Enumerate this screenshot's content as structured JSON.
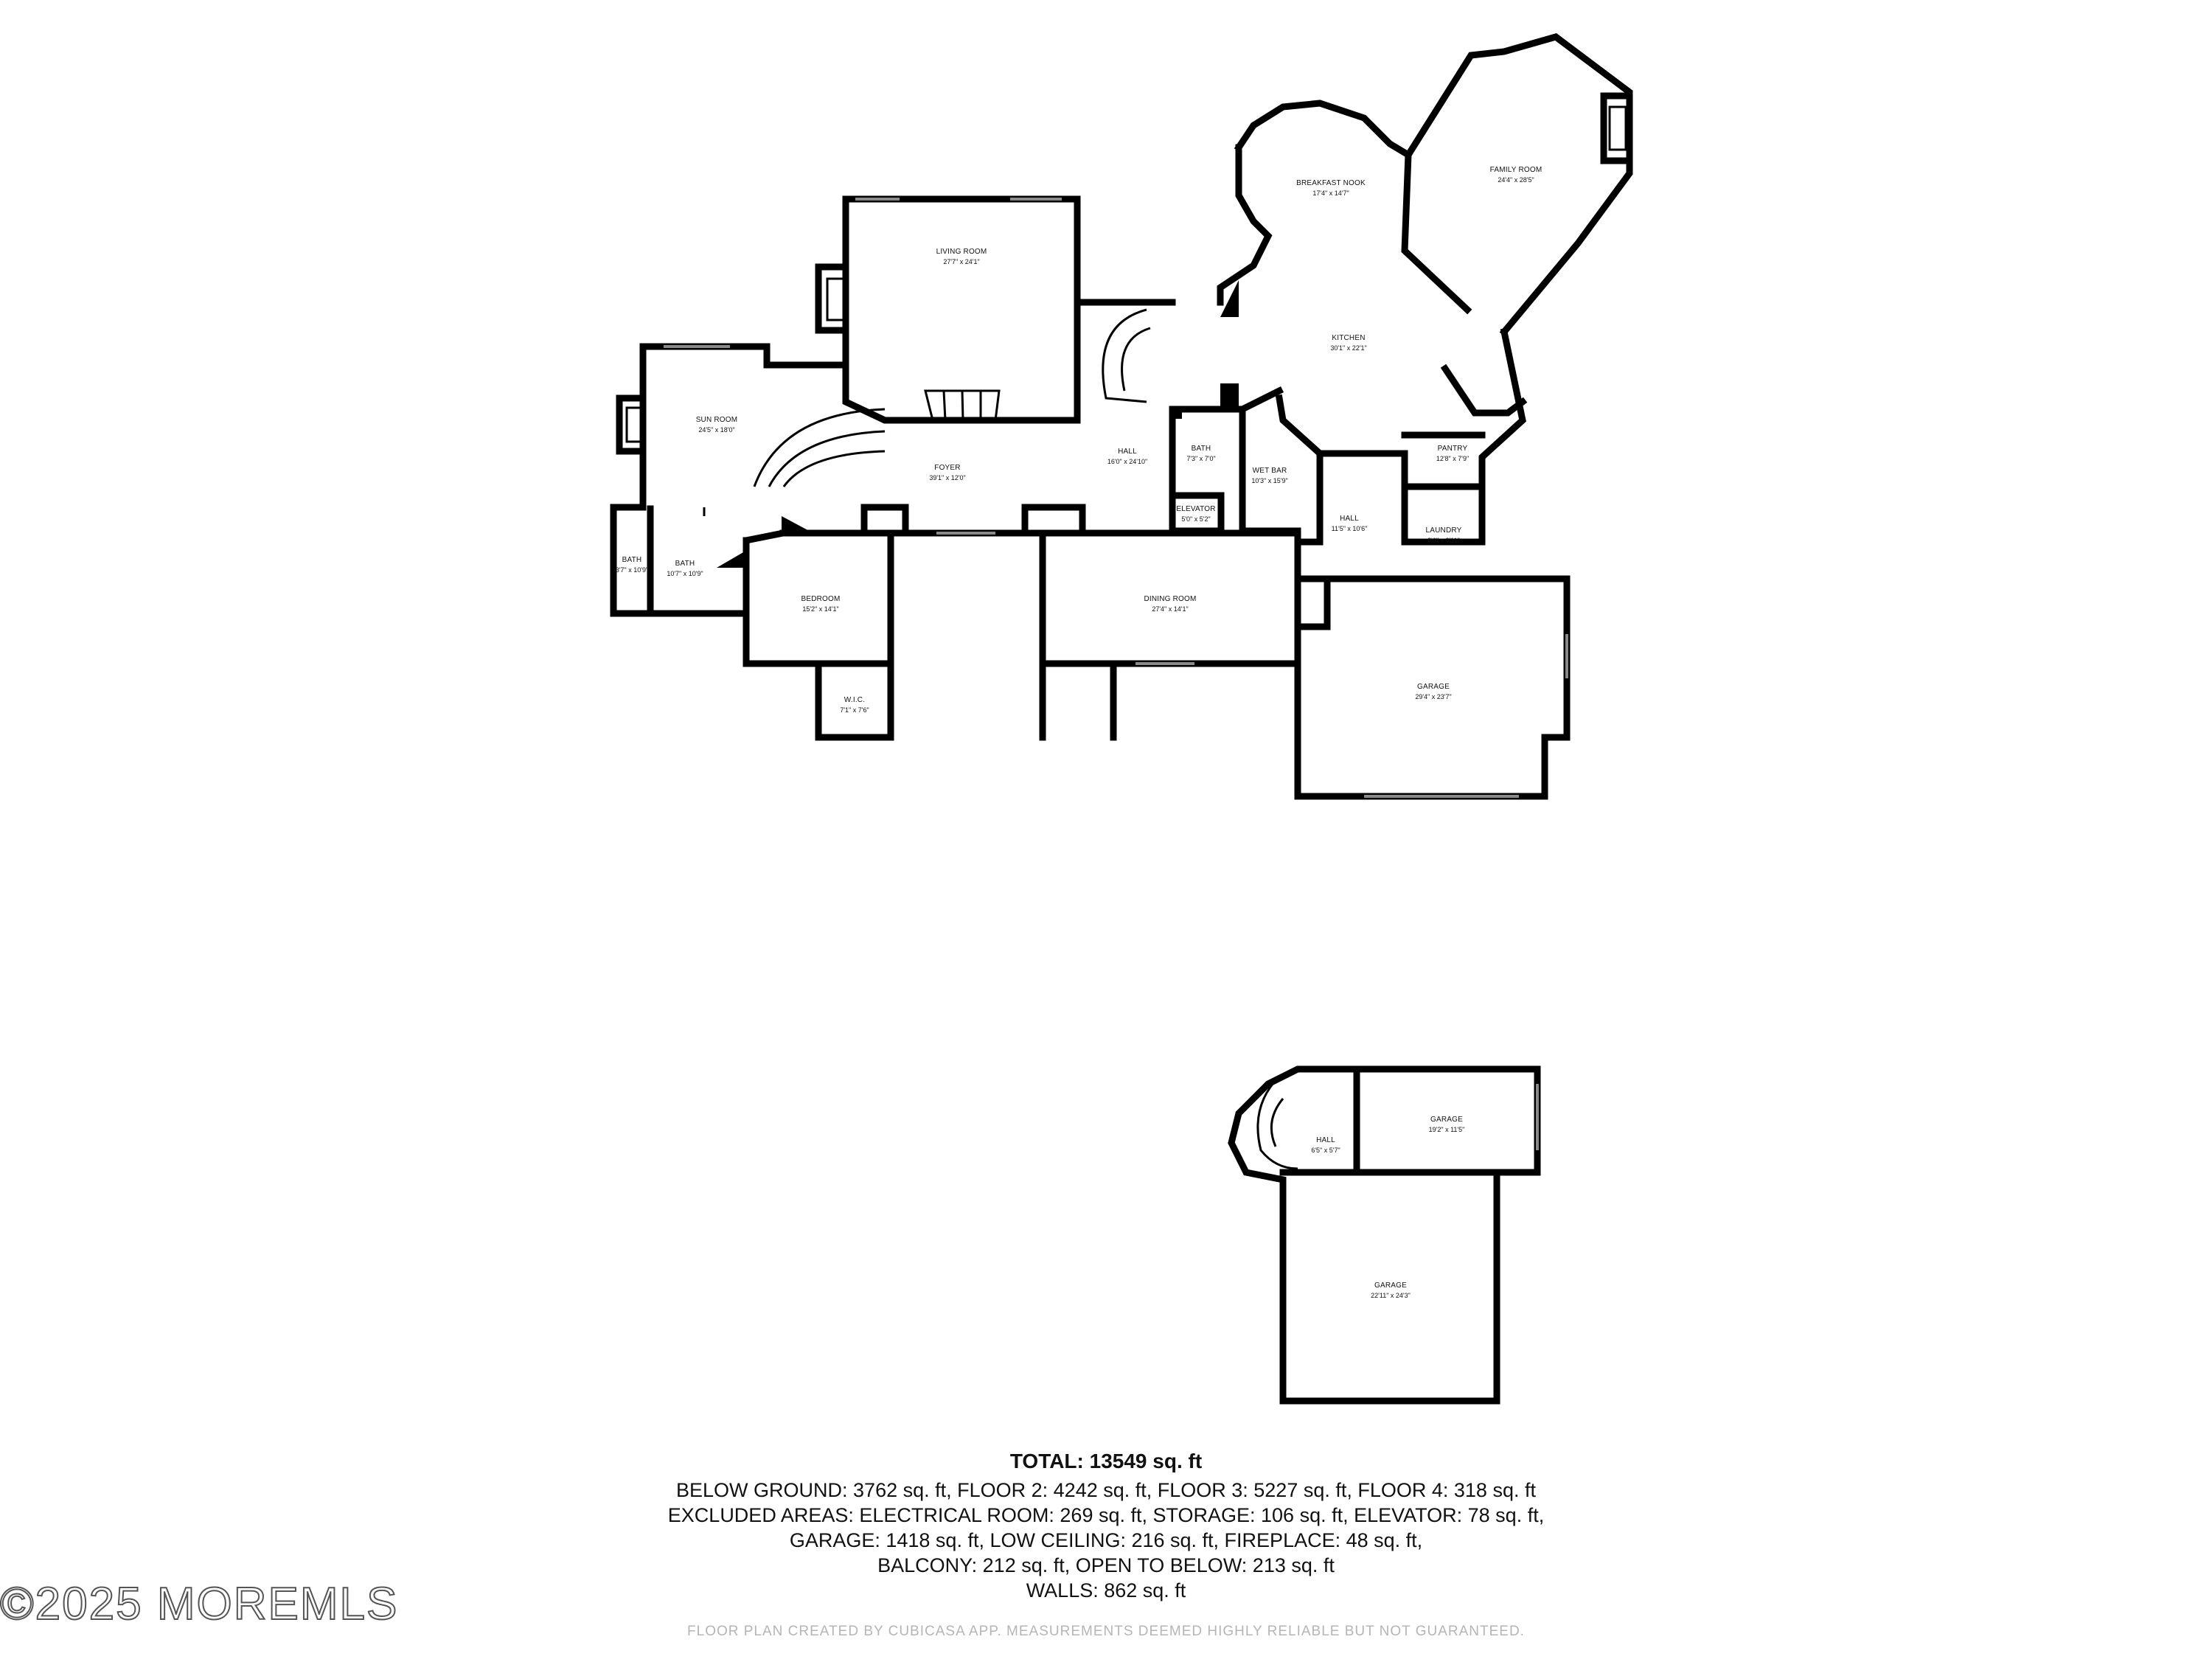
{
  "rooms": {
    "living_room": {
      "name": "LIVING ROOM",
      "dim": "27'7\" x 24'1\""
    },
    "breakfast_nook": {
      "name": "BREAKFAST NOOK",
      "dim": "17'4\" x 14'7\""
    },
    "family_room": {
      "name": "FAMILY ROOM",
      "dim": "24'4\" x 28'5\""
    },
    "kitchen": {
      "name": "KITCHEN",
      "dim": "30'1\" x 22'1\""
    },
    "sun_room": {
      "name": "SUN ROOM",
      "dim": "24'5\" x 18'0\""
    },
    "foyer": {
      "name": "FOYER",
      "dim": "39'1\" x 12'0\""
    },
    "hall_main": {
      "name": "HALL",
      "dim": "16'0\" x 24'10\""
    },
    "bath_small": {
      "name": "BATH",
      "dim": "7'3\" x 7'0\""
    },
    "wet_bar": {
      "name": "WET BAR",
      "dim": "10'3\" x 15'9\""
    },
    "elevator": {
      "name": "ELEVATOR",
      "dim": "5'0\" x 5'2\""
    },
    "pantry": {
      "name": "PANTRY",
      "dim": "12'8\" x 7'9\""
    },
    "hall_rear": {
      "name": "HALL",
      "dim": "11'5\" x 10'6\""
    },
    "laundry": {
      "name": "LAUNDRY",
      "dim": "8'6\" x 9'11\""
    },
    "bath_a": {
      "name": "BATH",
      "dim": "3'7\" x 10'9\""
    },
    "bath_b": {
      "name": "BATH",
      "dim": "10'7\" x 10'9\""
    },
    "bedroom": {
      "name": "BEDROOM",
      "dim": "15'2\" x 14'1\""
    },
    "wic": {
      "name": "W.I.C.",
      "dim": "7'1\" x 7'6\""
    },
    "dining_room": {
      "name": "DINING ROOM",
      "dim": "27'4\" x 14'1\""
    },
    "garage_main": {
      "name": "GARAGE",
      "dim": "29'4\" x 23'7\""
    },
    "garage_upper": {
      "name": "GARAGE",
      "dim": "19'2\" x 11'5\""
    },
    "hall_lower": {
      "name": "HALL",
      "dim": "6'5\" x 5'7\""
    },
    "garage_lower": {
      "name": "GARAGE",
      "dim": "22'11\" x 24'3\""
    }
  },
  "summary": {
    "total": "TOTAL: 13549 sq. ft",
    "lines": [
      "BELOW GROUND: 3762 sq. ft, FLOOR 2: 4242 sq. ft, FLOOR 3: 5227 sq. ft, FLOOR 4: 318 sq. ft",
      "EXCLUDED AREAS: ELECTRICAL ROOM: 269 sq. ft, STORAGE: 106 sq. ft, ELEVATOR: 78 sq. ft,",
      "GARAGE: 1418 sq. ft, LOW CEILING: 216 sq. ft, FIREPLACE: 48 sq. ft,",
      "BALCONY: 212 sq. ft, OPEN TO BELOW: 213 sq. ft",
      "WALLS: 862 sq. ft"
    ]
  },
  "watermark": "©2025 MOREMLS",
  "disclaimer": "FLOOR PLAN CREATED BY CUBICASA APP. MEASUREMENTS DEEMED HIGHLY RELIABLE BUT NOT GUARANTEED."
}
